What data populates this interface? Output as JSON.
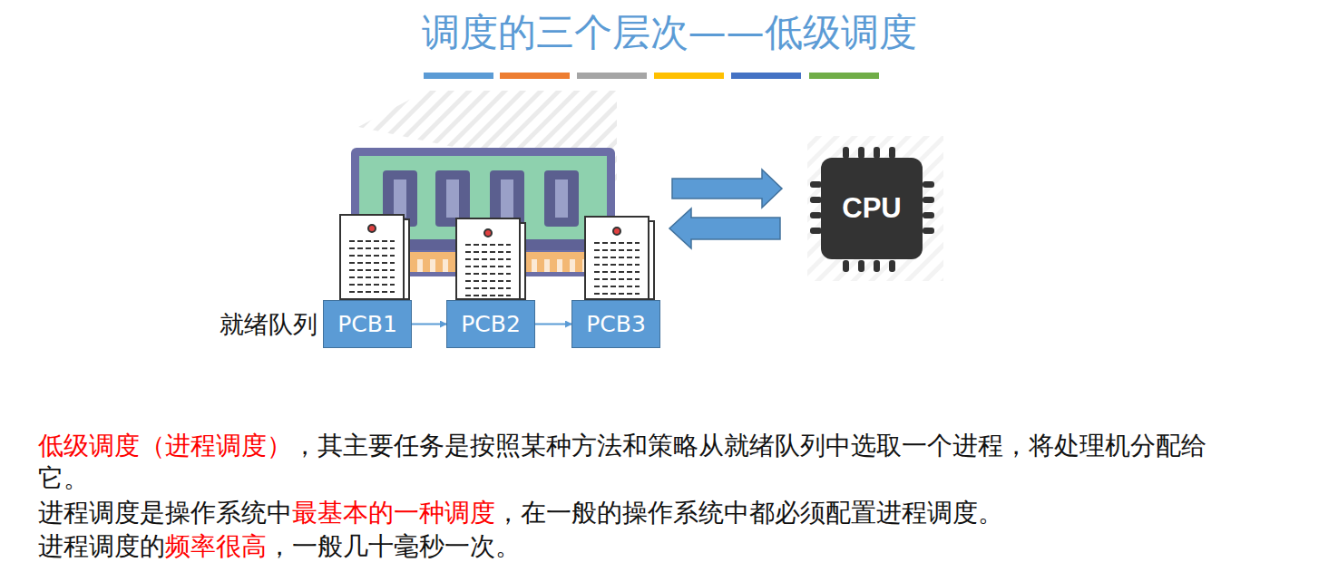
{
  "diagram": {
    "title": "调度的三个层次——低级调度",
    "nodes": [
      {
        "text": [
          "PCB1"
        ]
      },
      {
        "text": [
          "PCB2"
        ]
      },
      {
        "text": [
          "PCB3"
        ]
      },
      {
        "text": [
          "CPU"
        ]
      }
    ],
    "edges": [
      {
        "from": 0,
        "to": 1,
        "arrow": "to"
      },
      {
        "from": 1,
        "to": 2,
        "arrow": "to"
      }
    ],
    "labels": [
      "就绪队列",
      "低级调度（进程调度）",
      "，其主要任务是按照某种方法和策略从就绪队列中选取一个进程，将处理机分配给它。",
      "进程调度是操作系统中",
      "最基本的一种调度",
      "，在一般的操作系统中都必须配置进程调度。",
      "进程调度的",
      "频率很高",
      "，一般几十毫秒一次。"
    ]
  }
}
